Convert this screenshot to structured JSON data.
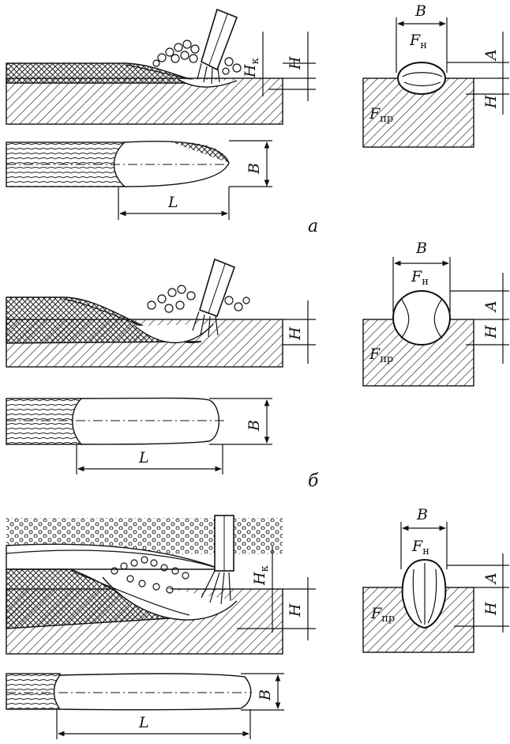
{
  "panels": [
    {
      "id": "a",
      "caption": "а",
      "labels": {
        "H_top": "H",
        "Hk_main": "H",
        "Hk_sub": "к",
        "B_plan": "B",
        "L_plan": "L",
        "B_cross": "B",
        "Fn_main": "F",
        "Fn_sub": "н",
        "A_cross": "A",
        "H_cross": "H",
        "Fpr_main": "F",
        "Fpr_sub": "пр"
      }
    },
    {
      "id": "b",
      "caption": "б",
      "labels": {
        "H_top": "H",
        "B_plan": "B",
        "L_plan": "L",
        "B_cross": "B",
        "Fn_main": "F",
        "Fn_sub": "н",
        "A_cross": "A",
        "H_cross": "H",
        "Fpr_main": "F",
        "Fpr_sub": "пр"
      }
    },
    {
      "id": "c",
      "caption": "",
      "labels": {
        "H_top": "H",
        "Hk_main": "H",
        "Hk_sub": "к",
        "B_plan": "B",
        "L_plan": "L",
        "B_cross": "B",
        "Fn_main": "F",
        "Fn_sub": "н",
        "A_cross": "A",
        "H_cross": "H",
        "Fpr_main": "F",
        "Fpr_sub": "пр"
      }
    }
  ]
}
